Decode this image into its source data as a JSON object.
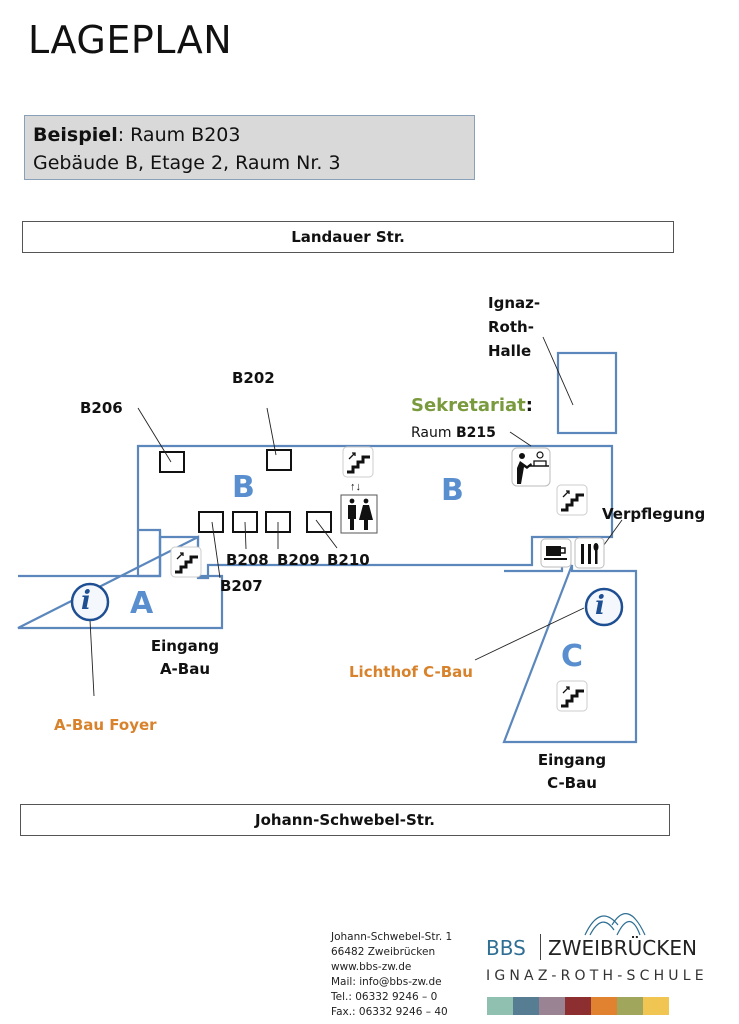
{
  "page": {
    "title": "LAGEPLAN"
  },
  "example": {
    "bold_label": "Beispiel",
    "line1_rest": ": Raum B203",
    "line2": "Gebäude B, Etage 2, Raum Nr. 3"
  },
  "streets": {
    "top": "Landauer Str.",
    "bottom": "Johann-Schwebel-Str."
  },
  "buildings": {
    "A": "A",
    "B_left": "B",
    "B_right": "B",
    "C": "C"
  },
  "rooms": {
    "b202": "B202",
    "b206": "B206",
    "b207": "B207",
    "b208": "B208",
    "b209": "B209",
    "b210": "B210"
  },
  "labels": {
    "hall_line1": "Ignaz-",
    "hall_line2": "Roth-",
    "hall_line3": "Halle",
    "secretariat_title": "Sekretariat",
    "secretariat_colon": ":",
    "secretariat_room_prefix": "Raum ",
    "secretariat_room": "B215",
    "catering": "Verpflegung",
    "entrance_a_line1": "Eingang",
    "entrance_a_line2": "A-Bau",
    "entrance_c_line1": "Eingang",
    "entrance_c_line2": "C-Bau",
    "foyer_a": "A-Bau Foyer",
    "atrium_c": "Lichthof C-Bau"
  },
  "icons": {
    "info": "i",
    "elevator_arrows": "↑↓"
  },
  "footer": {
    "address": [
      "Johann-Schwebel-Str. 1",
      "66482 Zweibrücken",
      "www.bbs-zw.de",
      "Mail: info@bbs-zw.de",
      "Tel.:  06332 9246 – 0",
      "Fax.: 06332 9246 – 40"
    ],
    "logo_bbs": "BBS",
    "logo_city": "ZWEIBRÜCKEN",
    "logo_school": "IGNAZ-ROTH-SCHULE",
    "stripe_colors": [
      "#8fc0b0",
      "#567d92",
      "#9a8494",
      "#8d2f30",
      "#e0822f",
      "#a0a75c",
      "#f1c552"
    ]
  },
  "colors": {
    "building_outline": "#5b87bd",
    "building_letter": "#5a8fcf",
    "highlight_orange": "#d8822c",
    "highlight_green": "#7a9a3e"
  }
}
